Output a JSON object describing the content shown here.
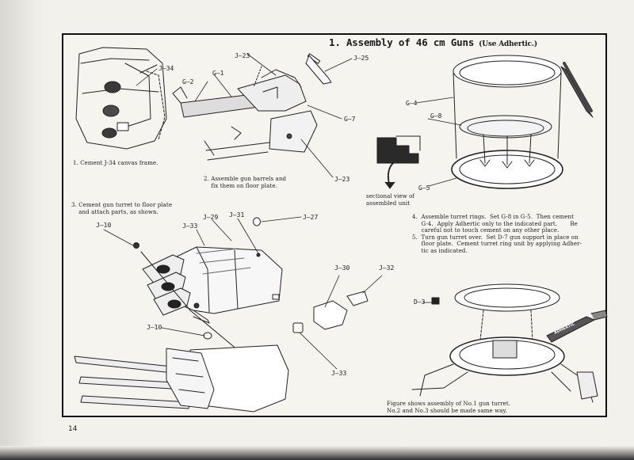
{
  "heading": {
    "title": "1. Assembly of 46 cm Guns",
    "note": "(Use Adhertic.)"
  },
  "part_labels": {
    "j34": "J–34",
    "g2": "G–2",
    "j23_top": "J–23",
    "g1": "G–1",
    "j25": "J–25",
    "g7": "G–7",
    "j23_mid": "J–23",
    "g4": "G–4",
    "g8": "G–8",
    "g5": "G–5",
    "j10_top": "J–10",
    "j33_top": "J–33",
    "j29": "J–29",
    "j31": "J–31",
    "j27": "J–27",
    "j30": "J–30",
    "j32": "J–32",
    "j10_low": "J–10",
    "j33_low": "J–33",
    "d3": "D–3"
  },
  "captions": {
    "step1": "1. Cement J-34 canvas frame.",
    "step2": "2. Assemble gun barrels and\n    fix them on floor plate.",
    "step3": "3. Cement gun turret to floor plate\n    and attach parts, as shown.",
    "section_view": "sectional view of\nassembled unit",
    "step4_5": "4.  Assemble turret rings.  Set G-8 in G-5.  Then cement\n     G-4.  Apply Adhertic only to the indicated part.       Be\n     careful not to touch cement on any other place.\n5.  Turn gun turret over.  Set D-7 gun support in place on\n     floor plate.  Cement turret ring unit by applying Adher-\n     tic as indicated.",
    "figure_note": "Figure shows assembly of No.1 gun turret.\nNo.2 and No.3 should be made same way."
  },
  "tube_brand": "ADHERTIC",
  "page_number": "14"
}
